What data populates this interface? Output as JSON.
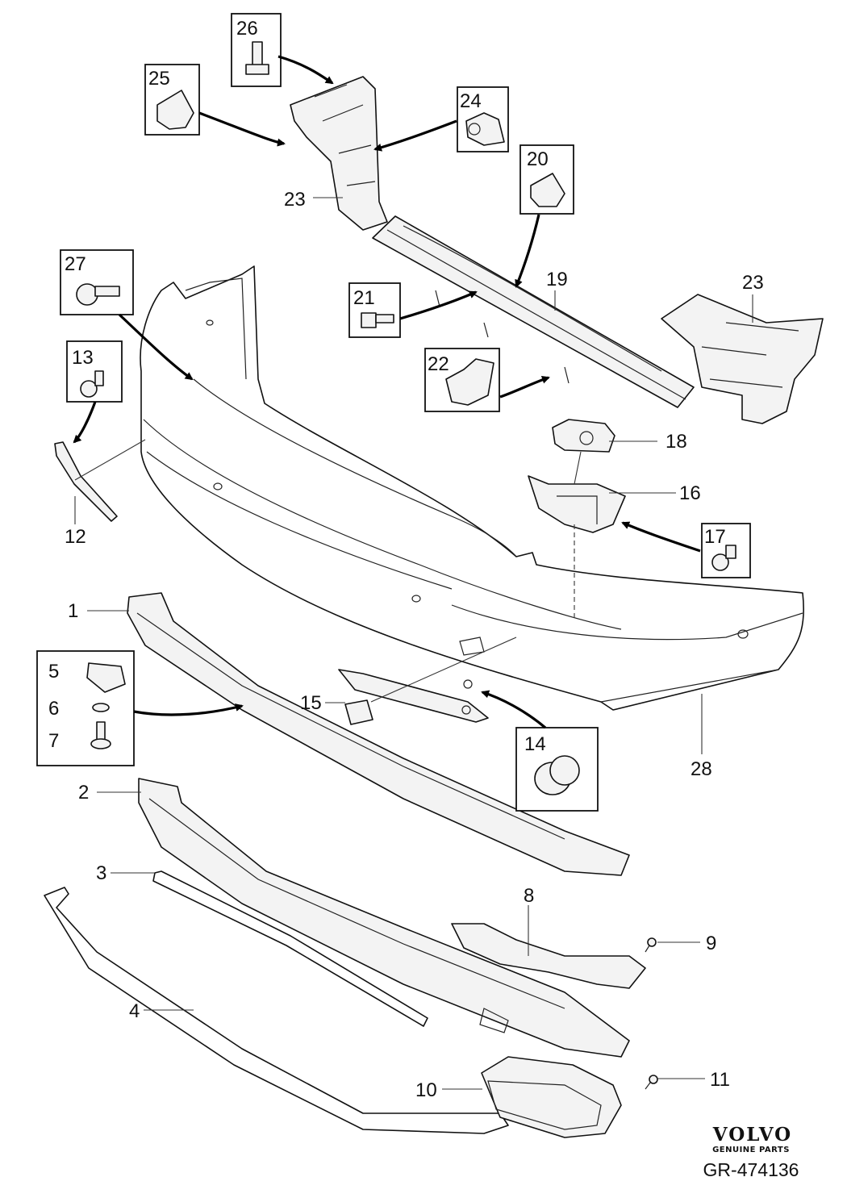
{
  "diagram": {
    "callouts": {
      "c1": "1",
      "c2": "2",
      "c3": "3",
      "c4": "4",
      "c5": "5",
      "c6": "6",
      "c7": "7",
      "c8": "8",
      "c9": "9",
      "c10": "10",
      "c11": "11",
      "c12": "12",
      "c13": "13",
      "c14": "14",
      "c15": "15",
      "c16": "16",
      "c17": "17",
      "c18": "18",
      "c19": "19",
      "c20": "20",
      "c21": "21",
      "c22": "22",
      "c23a": "23",
      "c23b": "23",
      "c24": "24",
      "c25": "25",
      "c26": "26",
      "c27": "27",
      "c28": "28"
    }
  },
  "footer": {
    "brand": "VOLVO",
    "subtitle": "GENUINE PARTS",
    "reference": "GR-474136"
  }
}
